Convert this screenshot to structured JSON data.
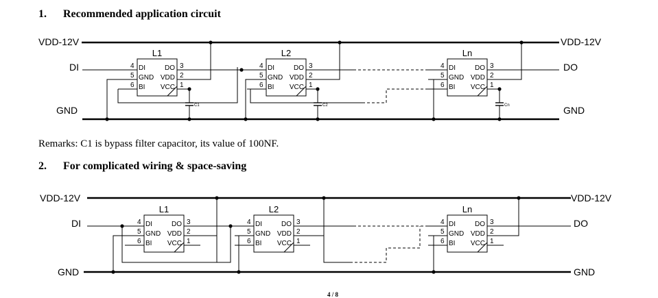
{
  "section1": {
    "number": "1.",
    "title": "Recommended application circuit"
  },
  "section2": {
    "number": "2.",
    "title": "For complicated wiring & space-saving"
  },
  "remarks": "Remarks: C1 is bypass filter capacitor, its value of 100NF.",
  "page": "4 / 8",
  "rails": {
    "vdd": "VDD-12V",
    "gnd": "GND",
    "di": "DI",
    "do": "DO"
  },
  "chips": [
    {
      "title": "L1"
    },
    {
      "title": "L2"
    },
    {
      "title": "Ln"
    }
  ],
  "pins": {
    "di": "DI",
    "gnd": "GND",
    "bi": "BI",
    "do": "DO",
    "vdd": "VDD",
    "vcc": "VCC"
  },
  "pin_numbers": {
    "di": "4",
    "gnd": "5",
    "bi": "6",
    "do": "3",
    "vdd": "2",
    "vcc": "1"
  },
  "capacitors": [
    "C1",
    "C2",
    "Cn"
  ]
}
